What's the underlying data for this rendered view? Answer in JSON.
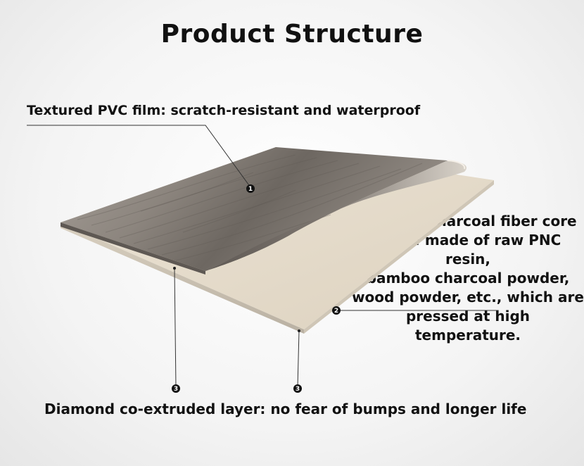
{
  "title": "Product Structure",
  "labels": {
    "film": "Textured PVC film: scratch-resistant and waterproof",
    "core_lines": [
      "Bamboo charcoal fiber core",
      "layer: made of raw PNC resin,",
      "bamboo charcoal powder,",
      "wood powder, etc., which are",
      "pressed at high temperature."
    ],
    "base": "Diamond co-extruded layer: no fear of bumps and longer life"
  },
  "markers": {
    "film": "1",
    "core": "2",
    "base_left": "3",
    "base_right": "3"
  },
  "colors": {
    "wood_dark": "#6e6863",
    "wood_light": "#9c958e",
    "core": "#e6dccb",
    "marker": "#111111"
  }
}
